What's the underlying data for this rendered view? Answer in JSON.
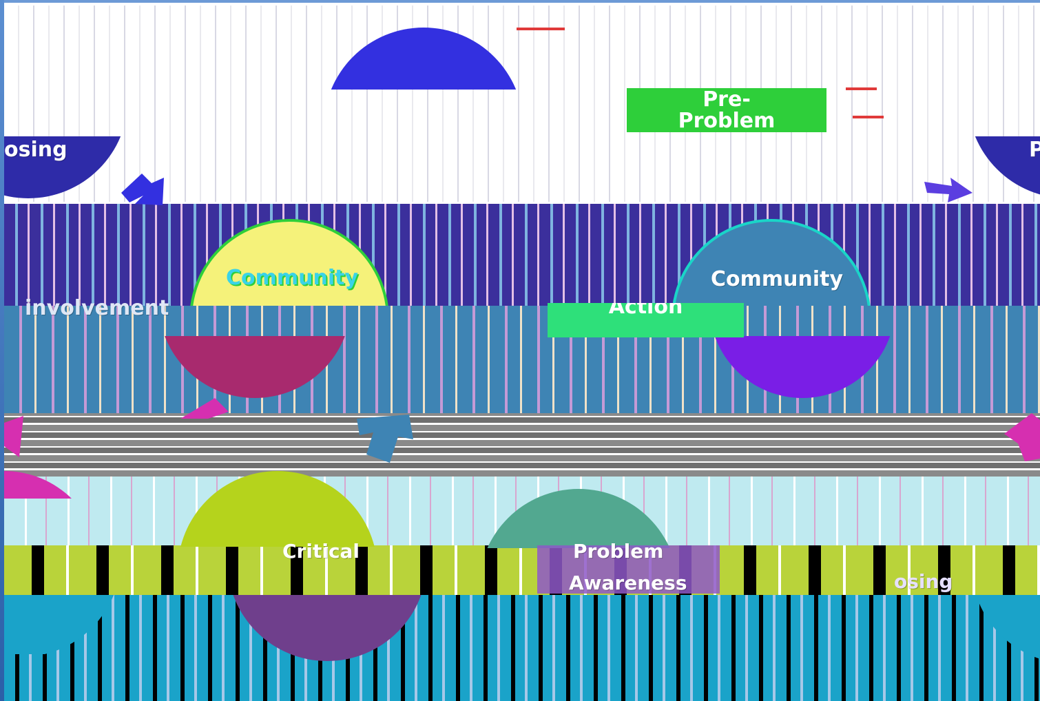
{
  "diagram": {
    "colors": {
      "blue": "#3330e0",
      "green": "#2ecf3a",
      "yellow": "#f5f27a",
      "steel": "#3e84b4",
      "magenta": "#a82a6e",
      "purple": "#7a1ee6",
      "olive": "#b5d31c",
      "teal": "#1aa3c9",
      "violet": "#6f3f8c",
      "pink": "#d62fb0"
    },
    "nodes": {
      "pre_problem": "Pre-\nProblem",
      "community_left": "Community",
      "community_right": "Community",
      "involvement": "involvement",
      "action": "Action",
      "critical": "Critical",
      "problem": "Problem",
      "awareness": "Awareness",
      "osing_left": "osing",
      "osing_right": "osing",
      "p_fragment": "P"
    },
    "arrow_icons": [
      "arrow-right-down-icon",
      "arrow-down-left-icon",
      "arrow-up-right-icon"
    ]
  }
}
